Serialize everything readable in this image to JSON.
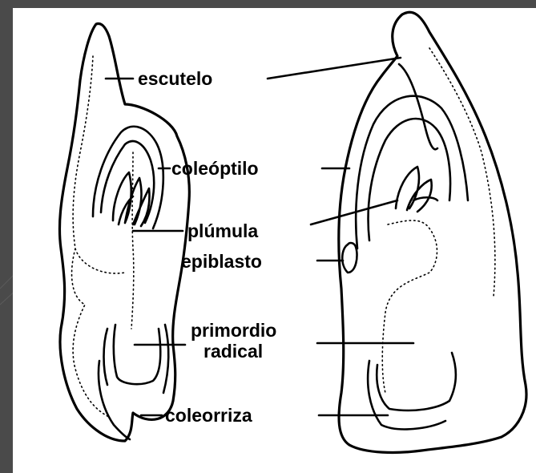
{
  "labels": {
    "escutelo": "escutelo",
    "coleoptilo": "coleóptilo",
    "plumula": "plúmula",
    "epiblasto": "epiblasto",
    "primordio_line1": "primordio",
    "primordio_line2": "radical",
    "coleorriza": "coleorriza"
  },
  "colors": {
    "background": "#4a4a4a",
    "panel": "#ffffff",
    "ink": "#000000"
  }
}
